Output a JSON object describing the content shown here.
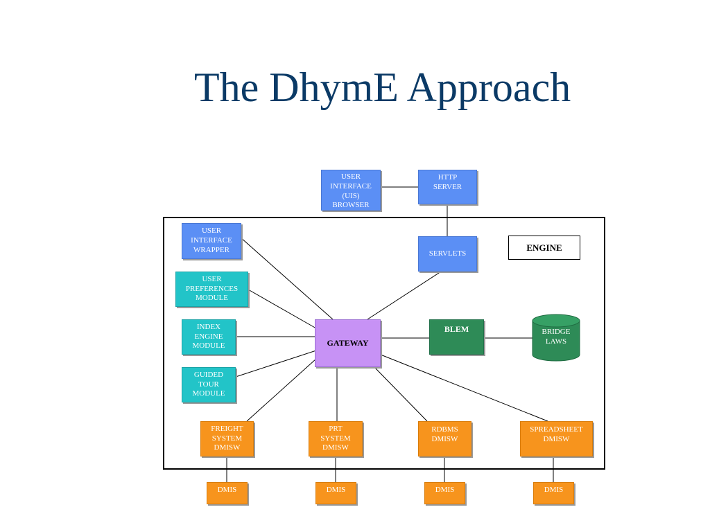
{
  "title": "The DhymE Approach",
  "engine_label": "ENGINE",
  "nodes": {
    "uis_browser": "USER\nINTERFACE\n(UIS)\nBROWSER",
    "http_server": "HTTP\nSERVER",
    "ui_wrapper": "USER\nINTERFACE\nWRAPPER",
    "servlets": "SERVLETS",
    "user_prefs": "USER\nPREFERENCES\nMODULE",
    "index_engine": "INDEX\nENGINE\nMODULE",
    "guided_tour": "GUIDED\nTOUR\nMODULE",
    "gateway": "GATEWAY",
    "blem": "BLEM",
    "bridge_laws": "BRIDGE\nLAWS",
    "freight": "FREIGHT\nSYSTEM\nDMISW",
    "prt": "PRT\nSYSTEM\nDMISW",
    "rdbms": "RDBMS\nDMISW",
    "spreadsheet": "SPREADSHEET\nDMISW",
    "dmis_1": "DMIS",
    "dmis_2": "DMIS",
    "dmis_3": "DMIS",
    "dmis_4": "DMIS"
  },
  "colors": {
    "title": "#0b3a66",
    "interface_nodes": "#5b8ff5",
    "module_nodes": "#22c4c8",
    "dmisw_nodes": "#f7941d",
    "blem_node": "#2e8b57",
    "gateway_node": "#c792f5"
  }
}
